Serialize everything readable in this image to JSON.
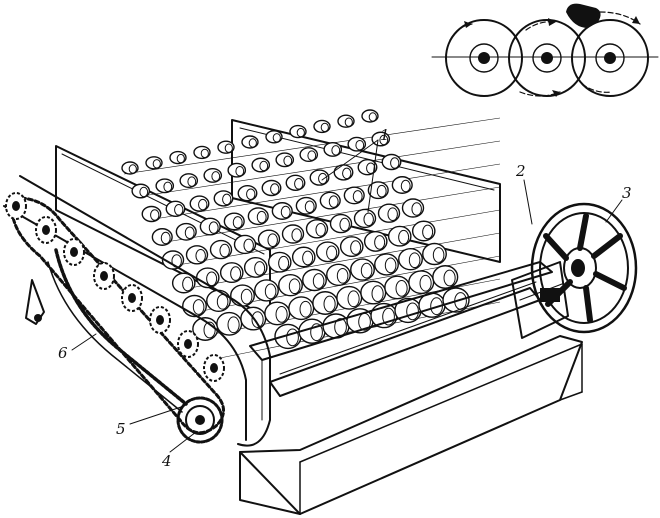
{
  "figure": {
    "callouts": {
      "c1": "1",
      "c2": "2",
      "c3": "3",
      "c4": "4",
      "c5": "5",
      "c6": "6"
    }
  },
  "colors": {
    "ink": "#111111",
    "paper": "#ffffff"
  }
}
